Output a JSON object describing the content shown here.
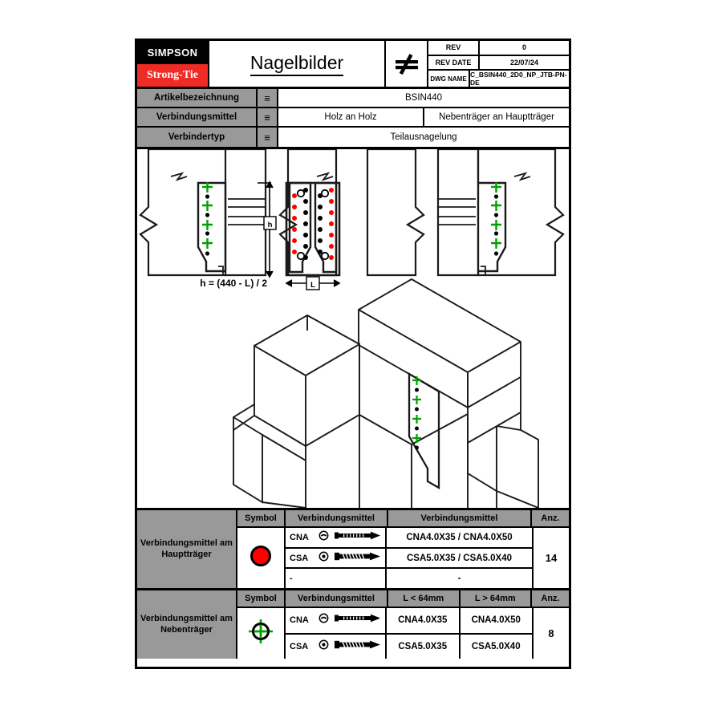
{
  "titleblock": {
    "logo_top": "SIMPSON",
    "logo_bottom": "Strong-Tie",
    "title": "Nagelbilder",
    "projection_icon": "not-equal-symbol",
    "rev_label": "REV",
    "rev_value": "0",
    "rev_date_label": "REV DATE",
    "rev_date_value": "22/07/24",
    "dwg_name_label": "DWG NAME",
    "dwg_name_value": "C_BSIN440_2D0_NP_JTB-PN-DE"
  },
  "specs": [
    {
      "label": "Artikelbezeichnung",
      "eq": "≡",
      "value": "BSIN440",
      "value2": null
    },
    {
      "label": "Verbindungsmittel",
      "eq": "≡",
      "value": "Holz an Holz",
      "value2": "Nebenträger an Hauptträger"
    },
    {
      "label": "Verbindertyp",
      "eq": "≡",
      "value": "Teilausnagelung",
      "value2": null
    }
  ],
  "drawing": {
    "dimension_note": "h = (440 - L) / 2",
    "h_label": "h",
    "l_label": "L",
    "views": [
      "side-view-left",
      "front-view-center",
      "side-view-right",
      "isometric-3d-view"
    ],
    "marker_green": "#00a000",
    "marker_red": "#ff0000"
  },
  "table_main": {
    "category": "Verbindungsmittel am Hauptträger",
    "symbol_icon": "red-filled-circle",
    "headers": [
      "Symbol",
      "Verbindungsmittel",
      "Verbindungsmittel",
      "Anz."
    ],
    "rows": [
      {
        "name": "CNA",
        "head_icon": "slotted-head-icon",
        "screw_icon": "nail-icon",
        "value": "CNA4.0X35 / CNA4.0X50"
      },
      {
        "name": "CSA",
        "head_icon": "torx-head-icon",
        "screw_icon": "screw-icon",
        "value": "CSA5.0X35 / CSA5.0X40"
      },
      {
        "name": "-",
        "head_icon": null,
        "screw_icon": null,
        "value": "-"
      }
    ],
    "quantity": "14"
  },
  "table_secondary": {
    "category": "Verbindungsmittel am Nebenträger",
    "symbol_icon": "green-crosshair-circle",
    "headers": [
      "Symbol",
      "Verbindungsmittel",
      "L < 64mm",
      "L > 64mm",
      "Anz."
    ],
    "rows": [
      {
        "name": "CNA",
        "head_icon": "slotted-head-icon",
        "screw_icon": "nail-icon",
        "value_short": "CNA4.0X35",
        "value_long": "CNA4.0X50"
      },
      {
        "name": "CSA",
        "head_icon": "torx-head-icon",
        "screw_icon": "screw-icon",
        "value_short": "CSA5.0X35",
        "value_long": "CSA5.0X40"
      }
    ],
    "quantity": "8"
  },
  "colors": {
    "gray_header": "#999999",
    "brand_red": "#ee2b24",
    "marker_red": "#ff0000",
    "marker_green": "#00a000"
  }
}
